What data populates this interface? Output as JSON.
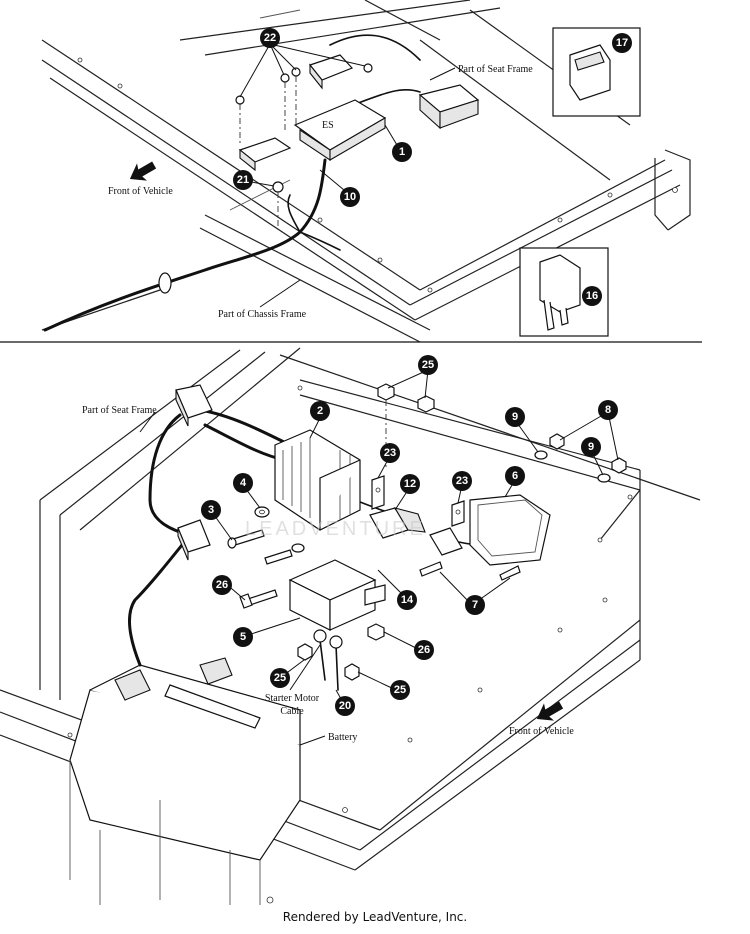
{
  "top_view": {
    "labels": {
      "seat_frame": "Part of Seat Frame",
      "front_of_vehicle": "Front of Vehicle",
      "chassis_frame": "Part of Chassis Frame"
    },
    "callouts": [
      "22",
      "17",
      "1",
      "21",
      "10",
      "16"
    ]
  },
  "bottom_view": {
    "labels": {
      "seat_frame": "Part of Seat Frame",
      "starter_cable_line1": "Starter Motor",
      "starter_cable_line2": "Cable",
      "battery": "Battery",
      "front_of_vehicle": "Front of Vehicle"
    },
    "callouts": [
      "25",
      "2",
      "9",
      "8",
      "9",
      "23",
      "23",
      "6",
      "4",
      "12",
      "3",
      "26",
      "14",
      "7",
      "5",
      "26",
      "25",
      "25",
      "20"
    ]
  },
  "watermark": "LEADVENTURE",
  "footer": "Rendered by LeadVenture, Inc.",
  "colors": {
    "ink": "#111111",
    "callout_fill": "#111111",
    "background": "#ffffff"
  }
}
